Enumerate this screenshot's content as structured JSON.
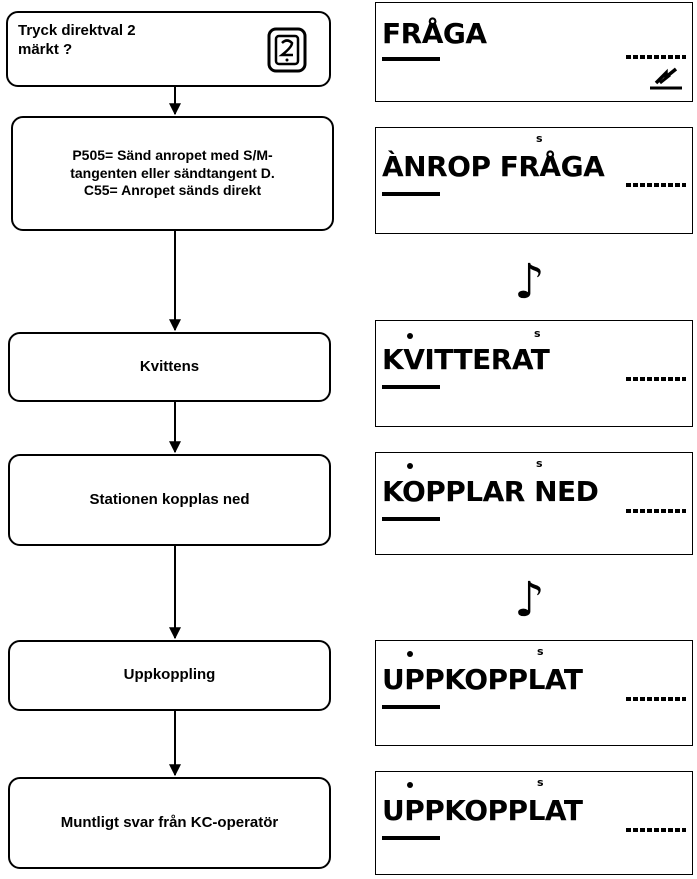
{
  "flow_boxes": [
    {
      "lines": [
        "Tryck direktval 2",
        "märkt ?"
      ]
    },
    {
      "lines": [
        "P505= Sänd anropet med S/M-",
        "tangenten eller sändtangent D.",
        "C55= Anropet sänds direkt"
      ]
    },
    {
      "lines": [
        "Kvittens"
      ]
    },
    {
      "lines": [
        "Stationen kopplas ned"
      ]
    },
    {
      "lines": [
        "Uppkoppling"
      ]
    },
    {
      "lines": [
        "Muntligt svar från KC-operatör"
      ]
    }
  ],
  "displays": [
    {
      "text": "FRÅGA"
    },
    {
      "text": "ÀNROP FRÅGA"
    },
    {
      "text": "KVITTERAT"
    },
    {
      "text": "KOPPLAR NED"
    },
    {
      "text": "UPPKOPPLAT"
    },
    {
      "text": "UPPKOPPLAT"
    }
  ],
  "icons": {
    "key2": "key-2-icon",
    "note": "music-note-icon",
    "signal": "signal-icon"
  },
  "colors": {
    "stroke": "#000000",
    "background": "#ffffff"
  }
}
